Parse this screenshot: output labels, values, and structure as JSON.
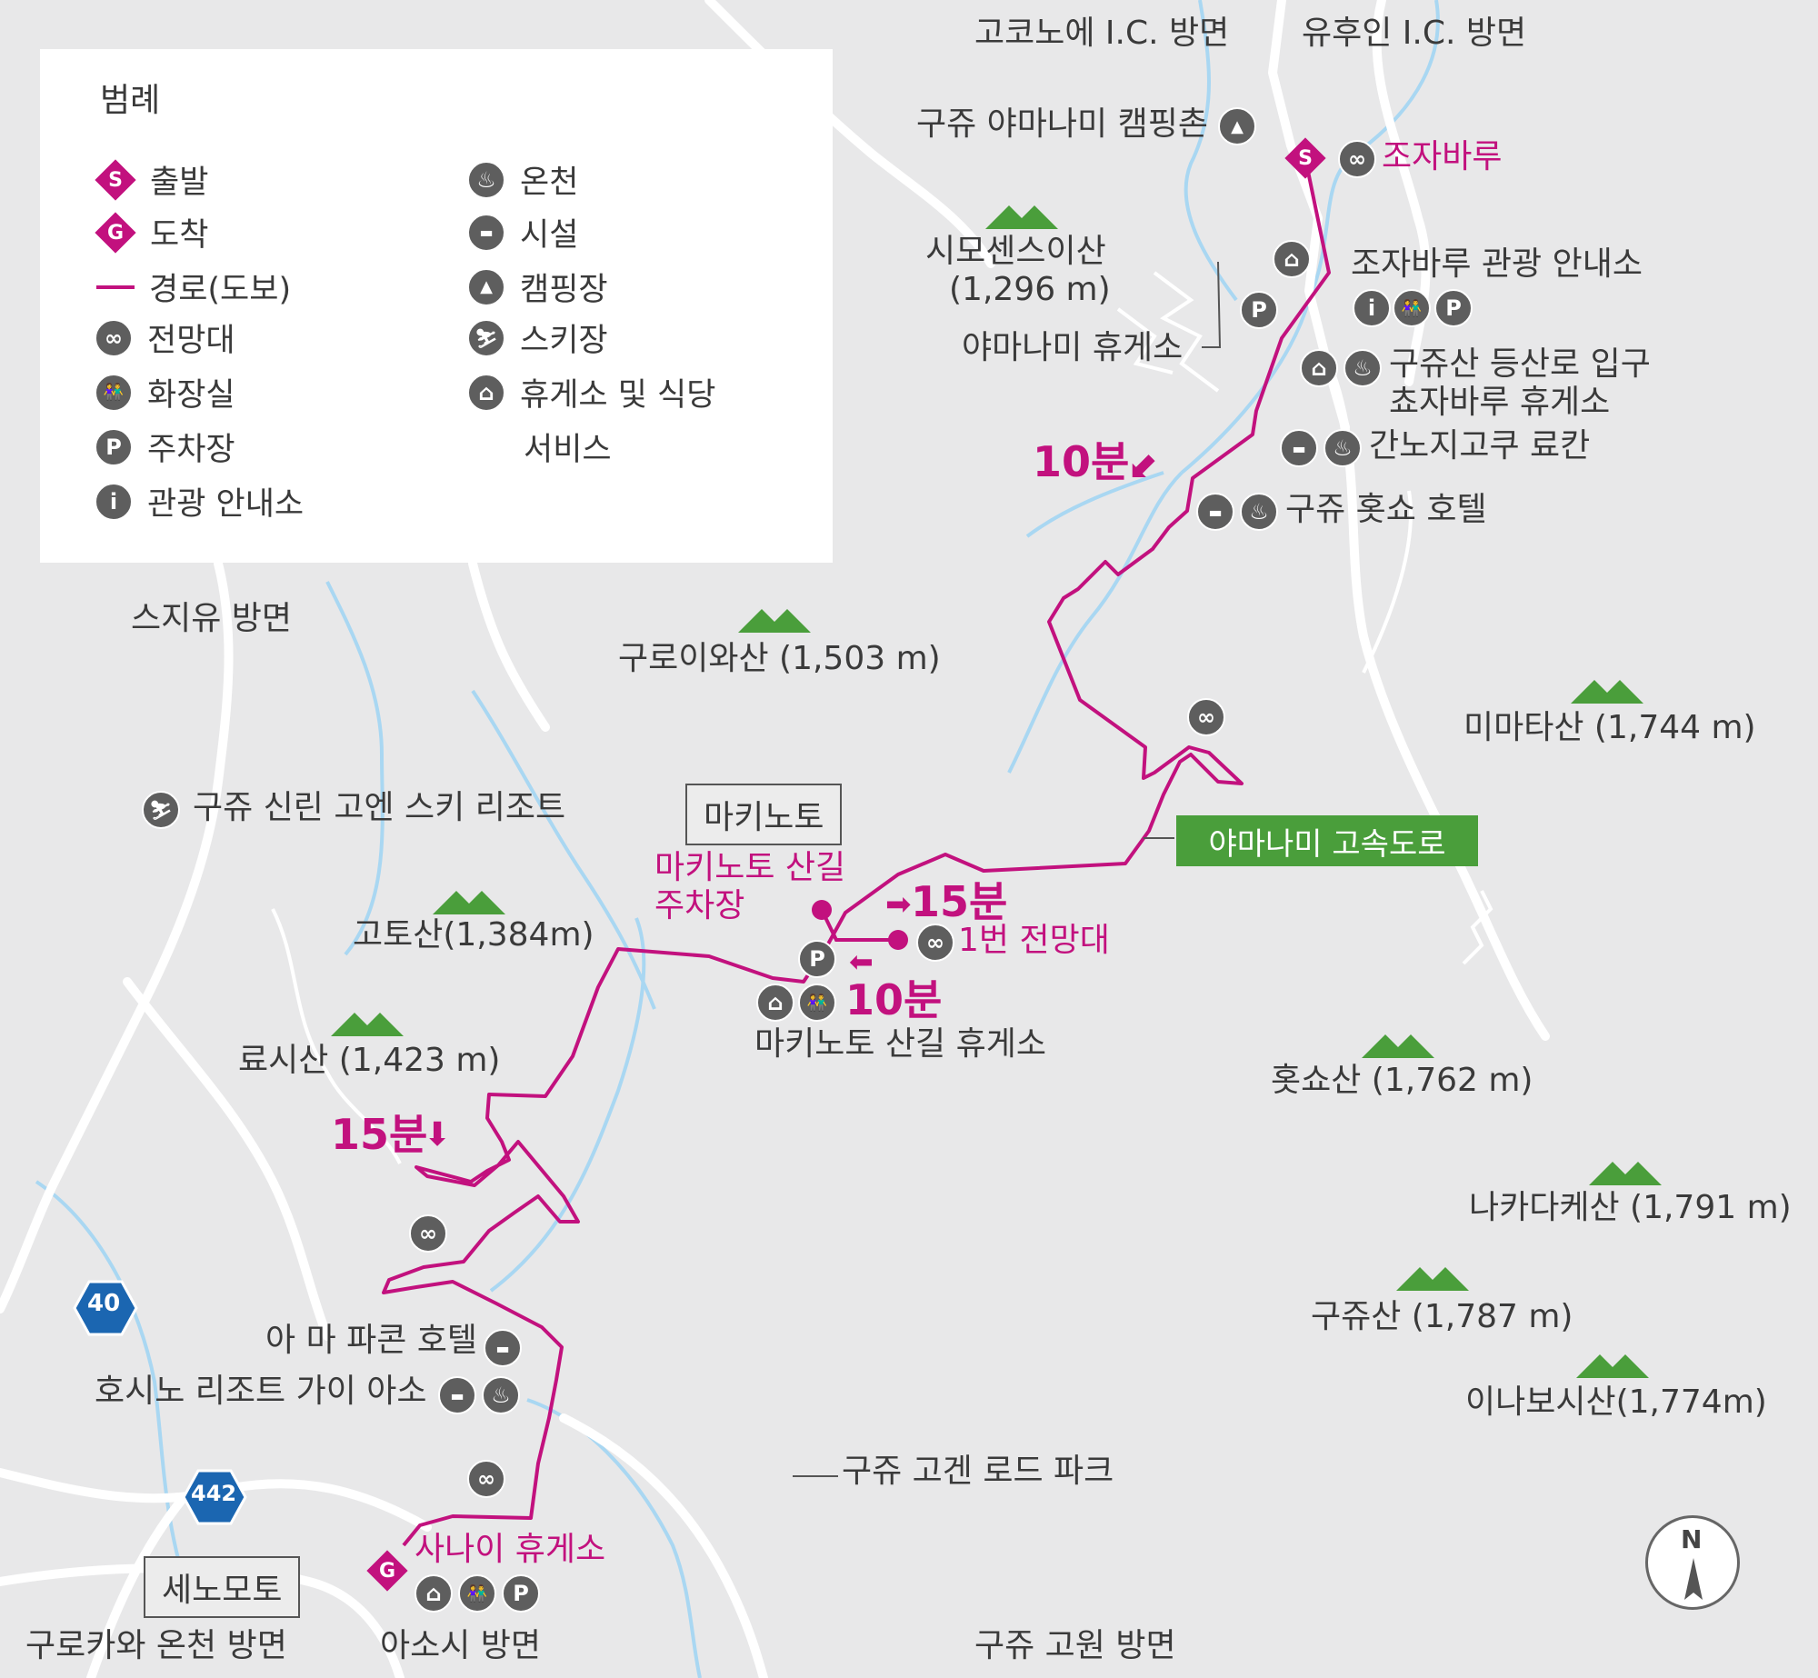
{
  "legend": {
    "title": "범례",
    "left": [
      {
        "icon": "start-marker-icon",
        "symbol": "S",
        "label": "출발"
      },
      {
        "icon": "goal-marker-icon",
        "symbol": "G",
        "label": "도착"
      },
      {
        "icon": "route-line-icon",
        "symbol": "",
        "label": "경로(도보)"
      },
      {
        "icon": "binoculars-icon",
        "symbol": "∞",
        "label": "전망대"
      },
      {
        "icon": "toilet-icon",
        "symbol": "👫",
        "label": "화장실"
      },
      {
        "icon": "parking-icon",
        "symbol": "P",
        "label": "주차장"
      },
      {
        "icon": "info-icon",
        "symbol": "i",
        "label": "관광 안내소"
      }
    ],
    "right": [
      {
        "icon": "hot-spring-icon",
        "symbol": "♨",
        "label": "온천"
      },
      {
        "icon": "lodging-icon",
        "symbol": "▬",
        "label": "시설"
      },
      {
        "icon": "tent-icon",
        "symbol": "▲",
        "label": "캠핑장"
      },
      {
        "icon": "skier-icon",
        "symbol": "⛷",
        "label": "스키장"
      },
      {
        "icon": "rest-house-icon",
        "symbol": "⌂",
        "label": "휴게소 및 식당"
      },
      {
        "icon": "",
        "symbol": "",
        "label": "서비스"
      }
    ]
  },
  "labels": {
    "kokonoe_ic": "고코노에 I.C. 방면",
    "yufuin_ic": "유후인 I.C. 방면",
    "camp": "구쥬 야마나미 캠핑촌",
    "chojabaru": "조자바루",
    "shimosense_name": "시모센스이산",
    "shimosense_elev": "(1,296 m)",
    "chojabaru_info": "조자바루 관광 안내소",
    "yamanami_rest": "야마나미 휴게소",
    "kuju_trail_1": "구쥬산 등산로 입구",
    "kuju_trail_2": "쵸자바루 휴게소",
    "kannoji": "간노지고쿠 료칸",
    "hossho_hotel": "구쥬 홋쇼 호텔",
    "time_10_top": "10분",
    "sujiyu": "스지유 방면",
    "kuroiwa": "구로이와산 (1,503 m)",
    "mimata": "미마타산 (1,744 m)",
    "makinoto_box": "마키노토",
    "yamanami_hwy": "야마나미 고속도로",
    "ski_resort": "구쥬 신린 고엔 스키 리조트",
    "parking_1": "마키노토 산길",
    "parking_2": "주차장",
    "time_15_right": "15분",
    "observatory_1": "1번 전망대",
    "time_10_mid": "10분",
    "goto": "고토산(1,384m)",
    "makinoto_rest": "마키노토 산길 휴게소",
    "ryoshi": "료시산 (1,423 m)",
    "hossho": "홋쇼산 (1,762 m)",
    "time_15_left": "15분",
    "nakadake": "나카다케산 (1,791 m)",
    "kujusan": "구쥬산 (1,787 m)",
    "amapakon": "아 마 파콘 호텔",
    "hoshino": "호시노 리조트 가이 아소",
    "inaboshi": "이나보시산(1,774m)",
    "gogen": "구쥬 고겐 로드 파크",
    "sanai_rest": "사나이 휴게소",
    "senomoto_box": "세노모토",
    "kurokawa": "구로카와 온천 방면",
    "aso": "아소시 방면",
    "kuju_kogen": "구쥬 고원 방면",
    "route40": "40",
    "route442": "442",
    "north": "N",
    "start_symbol": "S",
    "goal_symbol": "G",
    "arrow_right": "➡",
    "arrow_left": "⬅",
    "arrow_down": "⬇",
    "arrow_swdown": "⬋"
  },
  "colors": {
    "route": "#c2117e",
    "road": "#ffffff",
    "river": "#a9d7f2",
    "mountain": "#4a9e3b",
    "background": "#e8e8e9",
    "route_shield": "#1b66b1"
  }
}
